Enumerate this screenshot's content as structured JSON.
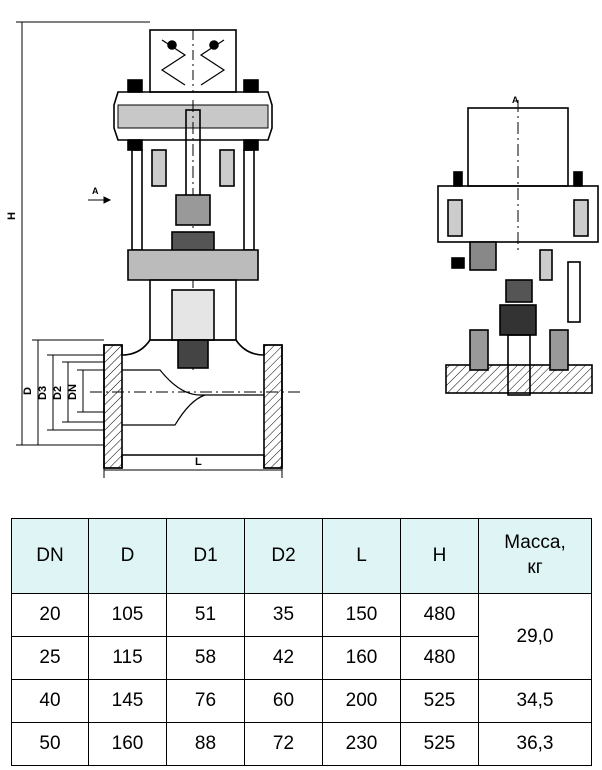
{
  "drawing": {
    "labels": {
      "height": "H",
      "length": "L",
      "diameter": "D",
      "diameter_3": "D3",
      "diameter_2": "D2",
      "nominal_diameter": "DN",
      "view_a_arrow": "A",
      "view_a_title": "A"
    }
  },
  "table": {
    "headers": [
      "DN",
      "D",
      "D1",
      "D2",
      "L",
      "H",
      "Масса,\nкг"
    ],
    "rows": [
      [
        "20",
        "105",
        "51",
        "35",
        "150",
        "480"
      ],
      [
        "25",
        "115",
        "58",
        "42",
        "160",
        "480"
      ],
      [
        "40",
        "145",
        "76",
        "60",
        "200",
        "525"
      ],
      [
        "50",
        "160",
        "88",
        "72",
        "230",
        "525"
      ]
    ],
    "mass": [
      "29,0",
      "34,5",
      "36,3"
    ]
  },
  "colors": {
    "header_bg": "#dff4f5",
    "line": "#000000"
  }
}
